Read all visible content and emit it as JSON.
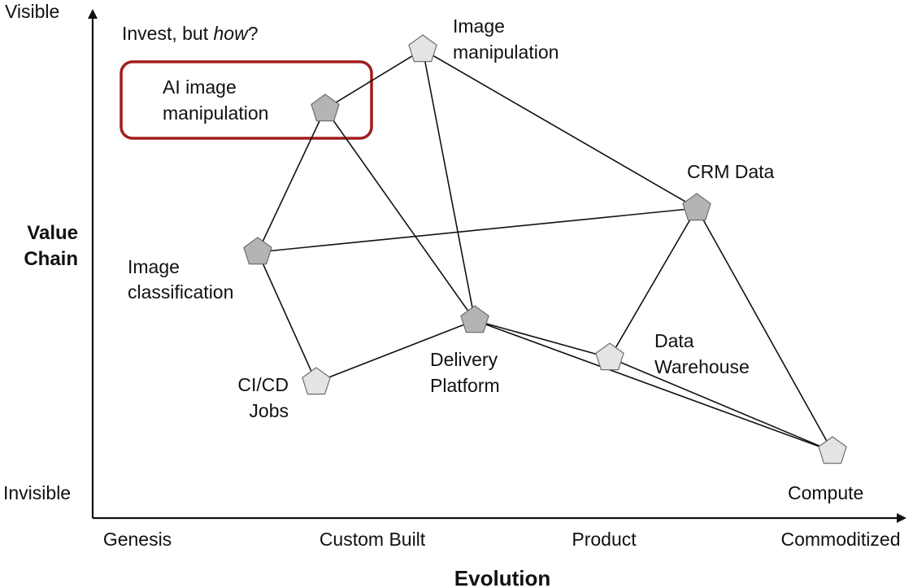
{
  "axes": {
    "y_top": "Visible",
    "y_bottom": "Invisible",
    "y_title_line1": "Value",
    "y_title_line2": "Chain",
    "x_title": "Evolution",
    "x_stages": [
      "Genesis",
      "Custom Built",
      "Product",
      "Commoditized"
    ]
  },
  "annotation": {
    "prefix": "Invest, but ",
    "emphasis": "how",
    "suffix": "?"
  },
  "colors": {
    "highlight_box": "#a01d1d",
    "node_dark": "#b4b4b4",
    "node_light": "#e4e4e4",
    "ink": "#111111"
  },
  "nodes": [
    {
      "id": "ai",
      "lines": [
        "AI image",
        "manipulation"
      ],
      "highlighted": true,
      "shade": "dark"
    },
    {
      "id": "img",
      "lines": [
        "Image",
        "manipulation"
      ],
      "highlighted": false,
      "shade": "light"
    },
    {
      "id": "crm",
      "lines": [
        "CRM Data"
      ],
      "highlighted": false,
      "shade": "dark"
    },
    {
      "id": "cls",
      "lines": [
        "Image",
        "classification"
      ],
      "highlighted": false,
      "shade": "dark"
    },
    {
      "id": "dp",
      "lines": [
        "Delivery",
        "Platform"
      ],
      "highlighted": false,
      "shade": "dark"
    },
    {
      "id": "dw",
      "lines": [
        "Data",
        "Warehouse"
      ],
      "highlighted": false,
      "shade": "light"
    },
    {
      "id": "cicd",
      "lines": [
        "CI/CD",
        "Jobs"
      ],
      "highlighted": false,
      "shade": "light"
    },
    {
      "id": "cmp",
      "lines": [
        "Compute"
      ],
      "highlighted": false,
      "shade": "light"
    }
  ],
  "edges": [
    [
      "ai",
      "img"
    ],
    [
      "ai",
      "cls"
    ],
    [
      "ai",
      "dp"
    ],
    [
      "img",
      "dp"
    ],
    [
      "img",
      "crm"
    ],
    [
      "cls",
      "crm"
    ],
    [
      "cls",
      "cicd"
    ],
    [
      "cicd",
      "dp"
    ],
    [
      "dp",
      "dw"
    ],
    [
      "dp",
      "cmp"
    ],
    [
      "crm",
      "dw"
    ],
    [
      "crm",
      "cmp"
    ],
    [
      "dw",
      "cmp"
    ]
  ]
}
